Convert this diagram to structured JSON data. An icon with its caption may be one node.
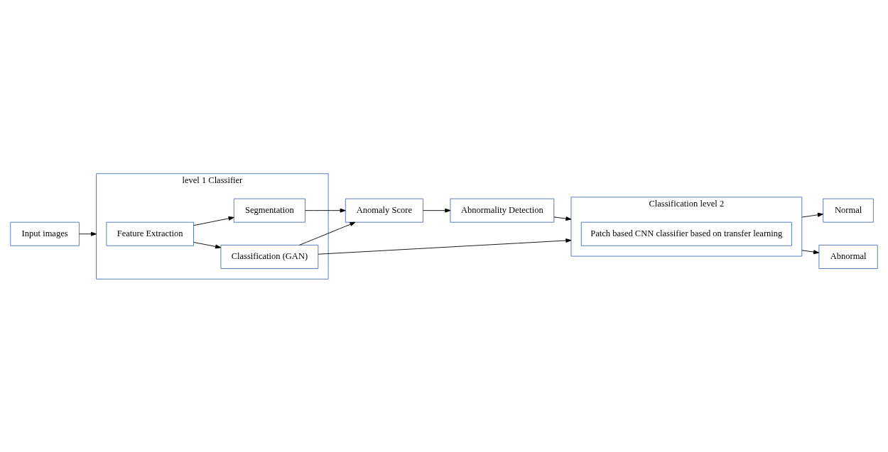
{
  "diagram": {
    "nodes": [
      {
        "text": [
          "Input images"
        ]
      },
      {
        "text": [
          "level 1 Classifier"
        ]
      },
      {
        "text": [
          "Feature Extraction"
        ],
        "in": 1
      },
      {
        "text": [
          "Segmentation"
        ],
        "in": 1
      },
      {
        "text": [
          "Classification (GAN)"
        ],
        "in": 1
      },
      {
        "text": [
          "Anomaly Score"
        ]
      },
      {
        "text": [
          "Abnormality Detection"
        ]
      },
      {
        "text": [
          "Classification level 2"
        ]
      },
      {
        "text": [
          "Patch based CNN classifier based on transfer learning"
        ],
        "in": 7
      },
      {
        "text": [
          "Normal"
        ]
      },
      {
        "text": [
          "Abnormal"
        ]
      }
    ],
    "edges": [
      {
        "from": 0,
        "to": 1,
        "arrow": "to"
      },
      {
        "from": 2,
        "to": 3,
        "arrow": "to"
      },
      {
        "from": 2,
        "to": 4,
        "arrow": "to"
      },
      {
        "from": 3,
        "to": 5,
        "arrow": "to"
      },
      {
        "from": 4,
        "to": 5,
        "arrow": "to"
      },
      {
        "from": 4,
        "to": 7,
        "arrow": "to"
      },
      {
        "from": 5,
        "to": 6,
        "arrow": "to"
      },
      {
        "from": 6,
        "to": 7,
        "arrow": "to"
      },
      {
        "from": 7,
        "to": 9,
        "arrow": "to"
      },
      {
        "from": 7,
        "to": 10,
        "arrow": "to"
      }
    ]
  }
}
